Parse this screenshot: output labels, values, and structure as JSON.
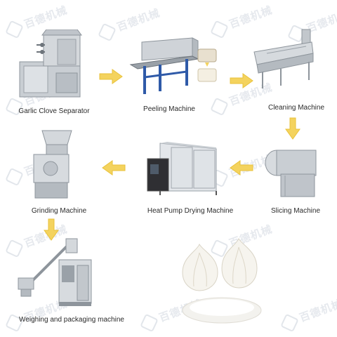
{
  "colors": {
    "arrow": "#f4d35e",
    "arrow_stroke": "#e9c23a",
    "steel": "#c9ced3",
    "steel_dark": "#8e959c",
    "frame_blue": "#2f5aa8",
    "label_text": "#2b2b2b"
  },
  "watermark": {
    "text": "百德机械"
  },
  "steps": [
    {
      "label": "Garlic Clove Separator"
    },
    {
      "label": "Peeling Machine"
    },
    {
      "label": "Cleaning Machine"
    },
    {
      "label": "Slicing Machine"
    },
    {
      "label": "Heat Pump Drying Machine"
    },
    {
      "label": "Grinding Machine"
    },
    {
      "label": "Weighing and packaging machine"
    }
  ],
  "arrows": [
    {
      "from": "Garlic Clove Separator",
      "to": "Peeling Machine",
      "direction": "right"
    },
    {
      "from": "Peeling Machine",
      "to": "Cleaning Machine",
      "direction": "right"
    },
    {
      "from": "Cleaning Machine",
      "to": "Slicing Machine",
      "direction": "down"
    },
    {
      "from": "Slicing Machine",
      "to": "Heat Pump Drying Machine",
      "direction": "left"
    },
    {
      "from": "Heat Pump Drying Machine",
      "to": "Grinding Machine",
      "direction": "left"
    },
    {
      "from": "Grinding Machine",
      "to": "Weighing and packaging machine",
      "direction": "down"
    }
  ],
  "product": {
    "icon": "garlic-bulbs-and-powder"
  }
}
